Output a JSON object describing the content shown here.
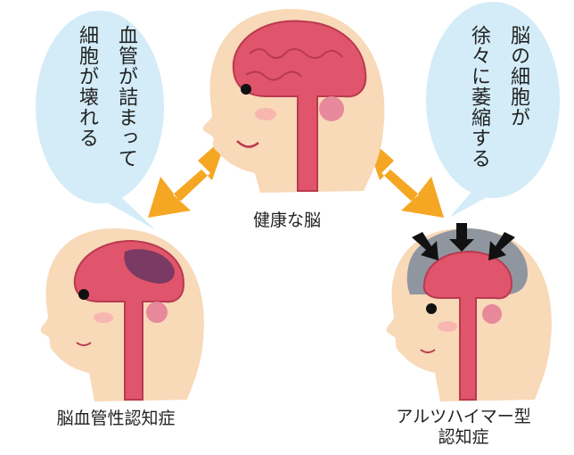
{
  "labels": {
    "healthy": "健康な脳",
    "vascular": "脳血管性認知症",
    "alzheimer_line1": "アルツハイマー型",
    "alzheimer_line2": "認知症"
  },
  "bubbles": {
    "left": {
      "col1": "血管が詰まって",
      "col2": "細胞が壊れる"
    },
    "right": {
      "col1": "脳の細胞が",
      "col2": "徐々に萎縮する"
    }
  },
  "colors": {
    "skin": "#f8d9b8",
    "skin_shadow": "#f0c9a0",
    "brain": "#e0556b",
    "brain_stroke": "#b83a50",
    "clot": "#7a3a63",
    "atrophy_gap": "#8f96a0",
    "bubble": "#d3ecf8",
    "arrow": "#f5a623",
    "black_arrow": "#111111",
    "blush": "#f7b7b0"
  },
  "icons": [
    "orange-arrow-icon",
    "black-arrow-icon",
    "speech-bubble"
  ]
}
